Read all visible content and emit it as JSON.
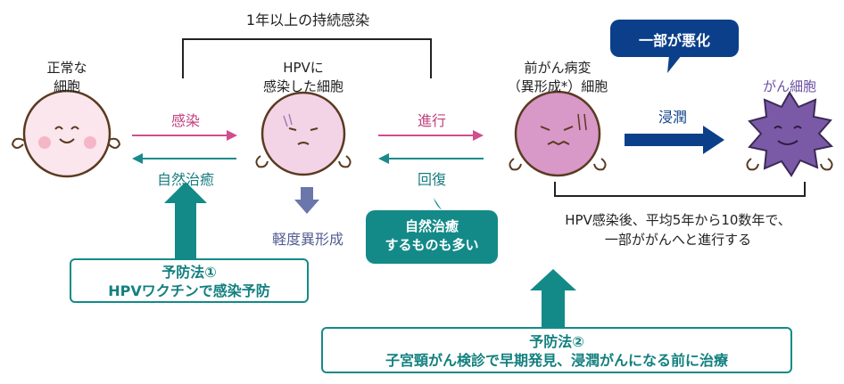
{
  "top_bracket_label": "1年以上の持続感染",
  "stages": {
    "normal": [
      "正常な",
      "細胞"
    ],
    "hpv_infected": [
      "HPVに",
      "感染した細胞"
    ],
    "precancer": [
      "前がん病変",
      "（異形成*）細胞"
    ],
    "cancer": "がん細胞"
  },
  "arrows": {
    "infection": "感染",
    "natural_cure_1": "自然治癒",
    "progression": "進行",
    "recovery": "回復",
    "invasion": "浸潤"
  },
  "mild_dysplasia": "軽度異形成",
  "bubble_worsen": "一部が悪化",
  "bubble_natural_cure": [
    "自然治癒",
    "するものも多い"
  ],
  "progress_note": [
    "HPV感染後、平均5年から10数年で、",
    "一部ががんへと進行する"
  ],
  "prevention1": [
    "予防法①",
    "HPVワクチンで感染予防"
  ],
  "prevention2": [
    "予防法②",
    "子宮頸がん検診で早期発見、浸潤がんになる前に治療"
  ],
  "colors": {
    "pink_arrow": "#d14d8f",
    "teal_arrow": "#1a8a8c",
    "navy": "#0c3f8a",
    "teal_box": "#138a88",
    "cell_normal": "#fbe6ee",
    "cell_infected": "#f3d3e6",
    "cell_precancer": "#d898c8",
    "cell_cancer": "#7a5aa6"
  }
}
